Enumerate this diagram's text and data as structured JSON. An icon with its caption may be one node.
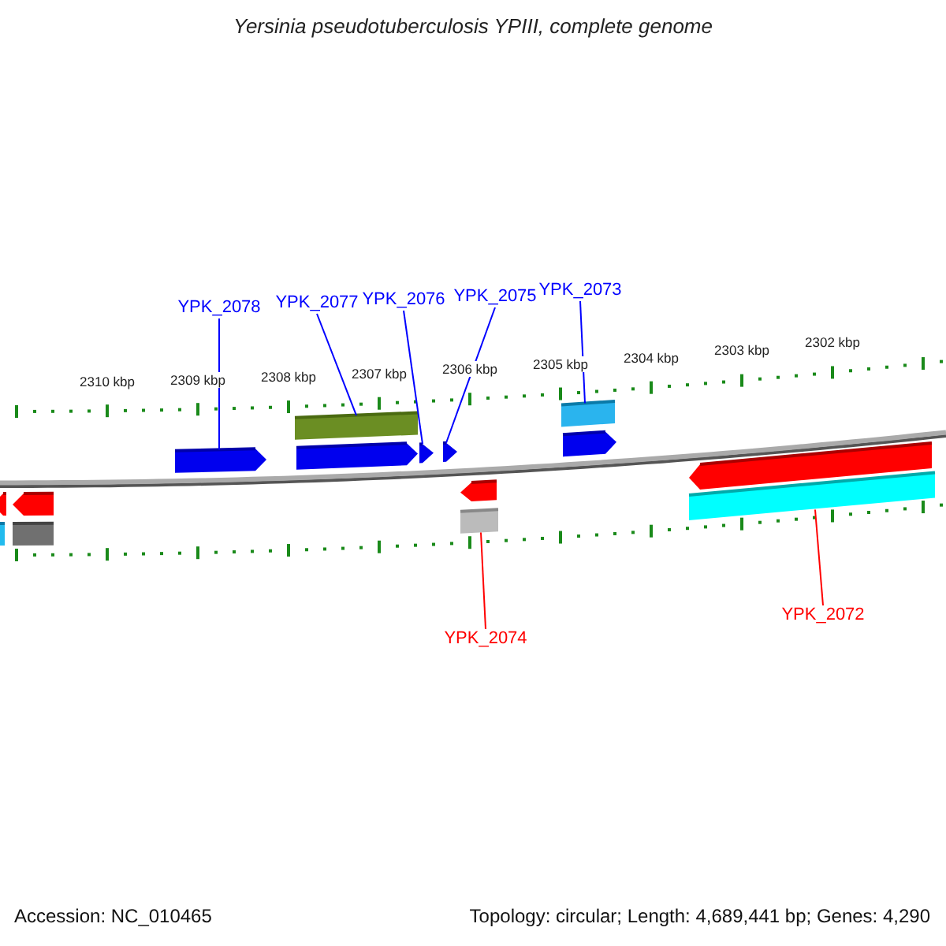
{
  "diagram": {
    "title": "Yersinia pseudotuberculosis YPIII, complete genome",
    "nodes": [
      {
        "text": [
          "YPK_2078"
        ]
      },
      {
        "text": [
          "YPK_2077"
        ]
      },
      {
        "text": [
          "YPK_2076"
        ]
      },
      {
        "text": [
          "YPK_2075"
        ]
      },
      {
        "text": [
          "YPK_2073"
        ]
      },
      {
        "text": [
          "YPK_2074"
        ]
      },
      {
        "text": [
          "YPK_2072"
        ]
      },
      {
        "text": [],
        "shape": "bar"
      },
      {
        "text": [],
        "shape": "bar"
      },
      {
        "text": [],
        "shape": "pentagon"
      },
      {
        "text": [],
        "shape": "pentagon"
      },
      {
        "text": [],
        "shape": "pentagon"
      },
      {
        "text": [],
        "shape": "pentagon"
      },
      {
        "text": [],
        "shape": "pentagon"
      },
      {
        "text": [],
        "shape": "pentagon"
      },
      {
        "text": [],
        "shape": "pentagon"
      },
      {
        "text": [],
        "shape": "pentagon"
      },
      {
        "text": [],
        "shape": "pentagon"
      },
      {
        "text": [],
        "shape": "bar"
      },
      {
        "text": [],
        "shape": "bar"
      },
      {
        "text": [],
        "shape": "bar"
      },
      {
        "text": [],
        "shape": "bar"
      }
    ],
    "edges": [
      {
        "from": 0,
        "to": 9,
        "arrow": "none"
      },
      {
        "from": 1,
        "to": 7,
        "arrow": "none"
      },
      {
        "from": 2,
        "to": 11,
        "arrow": "none"
      },
      {
        "from": 3,
        "to": 12,
        "arrow": "none"
      },
      {
        "from": 4,
        "to": 8,
        "arrow": "none"
      },
      {
        "from": 5,
        "to": 20,
        "arrow": "none",
        "color": "#ff0000"
      },
      {
        "from": 6,
        "to": 21,
        "arrow": "none",
        "color": "#ff0000"
      }
    ],
    "labels": [
      "2310 kbp",
      "2309 kbp",
      "2308 kbp",
      "2307 kbp",
      "2306 kbp",
      "2305 kbp",
      "2304 kbp",
      "2303 kbp",
      "2302 kbp",
      "Accession: NC_010465",
      "Topology: circular; Length: 4,689,441 bp; Genes: 4,290"
    ]
  }
}
